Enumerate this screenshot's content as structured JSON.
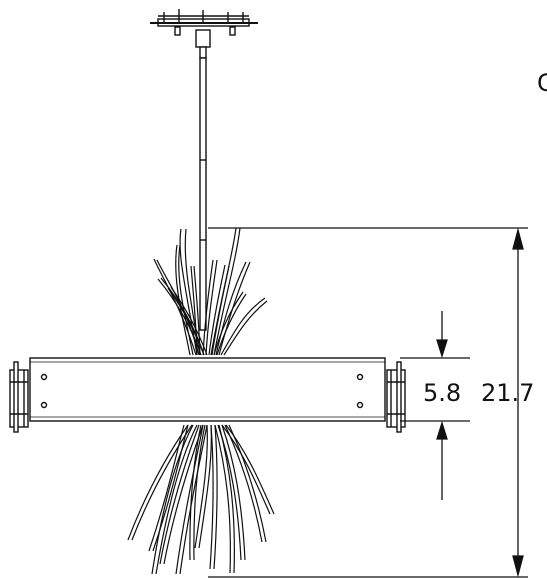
{
  "diagram": {
    "cropped_label": "C",
    "dimensions": {
      "shade_height": "5.8",
      "overall_height": "21.7"
    },
    "colors": {
      "line": "#111111",
      "shade_fill": "#ffffff",
      "background": "#ffffff"
    }
  }
}
